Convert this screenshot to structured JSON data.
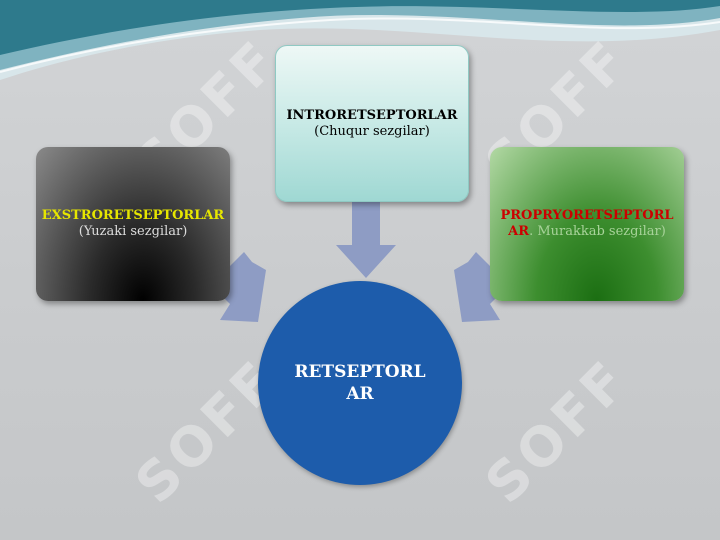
{
  "diagram": {
    "center": {
      "label": "RETSEPTORLAR"
    },
    "nodes": [
      {
        "title": "EXSTRORETSEPTORLAR",
        "subtitle": "(Yuzaki sezgilar)"
      },
      {
        "title": "INTRORETSEPTORLAR",
        "subtitle": "(Chuqur  sezgilar)"
      },
      {
        "title": "PROPRYORETSEPTORLAR",
        "subtitle": ". Murakkab sezgilar)"
      }
    ]
  },
  "watermark": {
    "text": "SOFF"
  },
  "colors": {
    "center_fill": "#1d5cab",
    "arrow": "#8e9cc4",
    "left_title": "#e6e600",
    "right_title": "#cc0000",
    "top_wave": "#2e7a8c"
  }
}
